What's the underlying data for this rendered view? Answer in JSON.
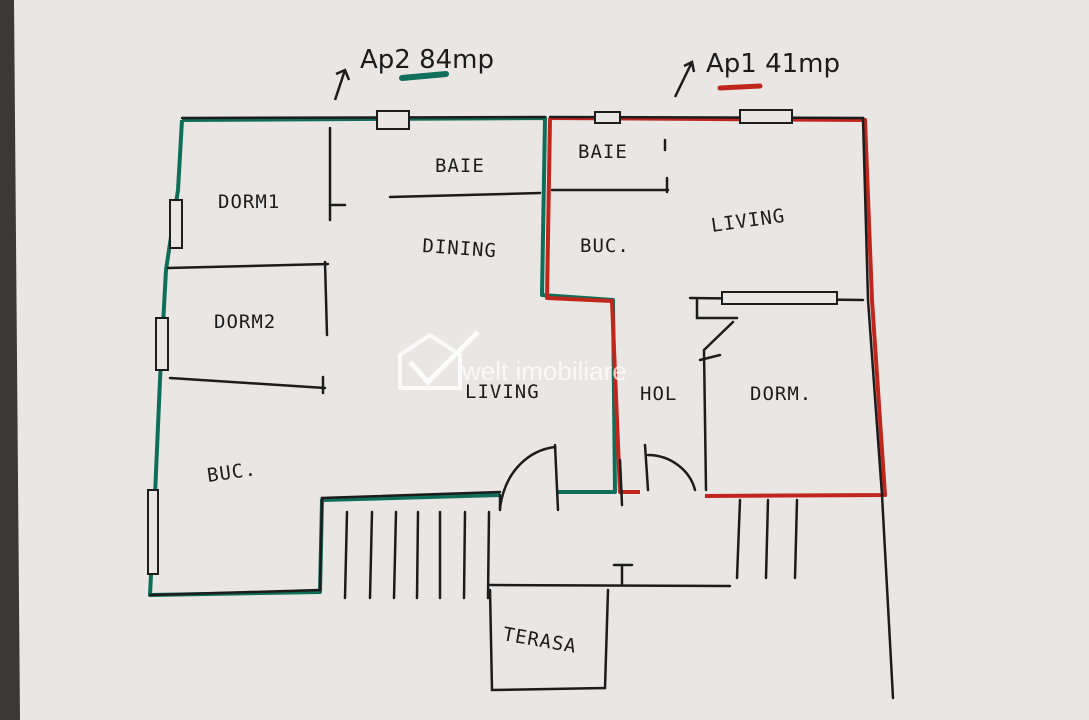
{
  "plan": {
    "title_ap2": "Ap2 84mp",
    "title_ap1": "Ap1 41mp",
    "rooms": {
      "dorm1": "DORM1",
      "dorm2": "DORM2",
      "baie_ap2": "BAIE",
      "dining": "DINING",
      "living_ap2": "LIVING",
      "buc_ap2": "BUC.",
      "baie_ap1": "BAIE",
      "buc_ap1": "BUC.",
      "living_ap1": "LIVING",
      "hol": "HOL",
      "dorm_ap1": "DORM.",
      "terasa": "TERASA"
    },
    "watermark": "welt imobiliare"
  },
  "colors": {
    "paper": "#e9e6e3",
    "background": "#3a3936",
    "ink": "#1c1c1c",
    "ap2_outline": "#0f6e5a",
    "ap1_outline": "#c0261b"
  }
}
